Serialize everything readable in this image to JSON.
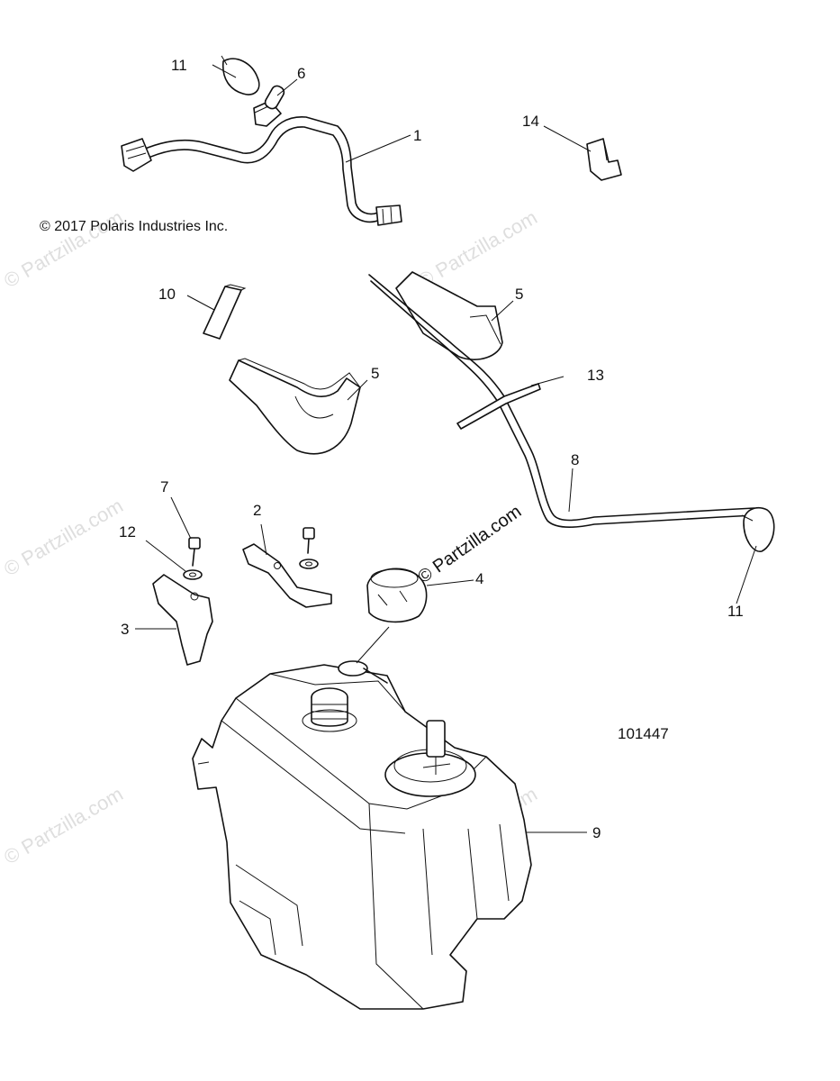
{
  "diagram": {
    "copyright": "© 2017 Polaris Industries Inc.",
    "figure_id": "101447",
    "watermark": "© Partzilla.com",
    "callouts": {
      "hose_1": "1",
      "bracket_2": "2",
      "bracket_3": "3",
      "cap_4": "4",
      "foam_5a": "5",
      "foam_5b": "5",
      "valve_6": "6",
      "bolt_7": "7",
      "vent_line_8": "8",
      "tank_9": "9",
      "pad_10": "10",
      "clamp_11a": "11",
      "clamp_11b": "11",
      "washer_12": "12",
      "tie_13": "13",
      "clip_14": "14"
    }
  }
}
